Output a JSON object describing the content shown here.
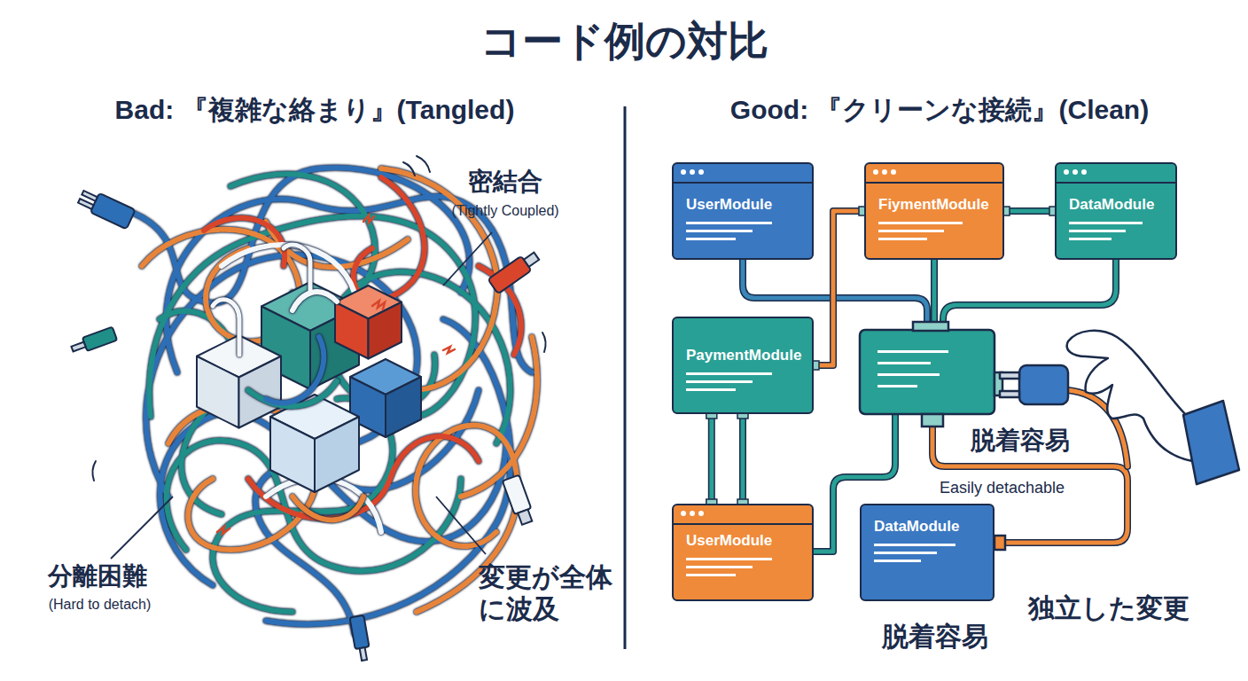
{
  "diagram": {
    "title": "コード例の対比",
    "nodes": [
      {
        "text": [
          "UserModule"
        ]
      },
      {
        "text": [
          "FiymentModule"
        ]
      },
      {
        "text": [
          "DataModule"
        ]
      },
      {
        "text": [
          "PaymentModule"
        ]
      },
      {
        "text": [
          "UserModule"
        ]
      },
      {
        "text": [
          "DataModule"
        ]
      }
    ],
    "edges": [
      {
        "from": 1,
        "to": 2,
        "arrow": "none"
      },
      {
        "from": 1,
        "to": 3,
        "arrow": "none"
      },
      {
        "from": 3,
        "to": 4,
        "arrow": "none"
      }
    ],
    "labels": [
      "Bad: 『複雑な絡まり』(Tangled)",
      "Good: 『クリーンな接続』(Clean)",
      "密結合",
      "(Tightly Coupled)",
      "分離困難",
      "(Hard to detach)",
      "変更が全体 に波及",
      "脱着容易",
      "Easily detachable",
      "独立した変更",
      "脱着容易"
    ]
  }
}
